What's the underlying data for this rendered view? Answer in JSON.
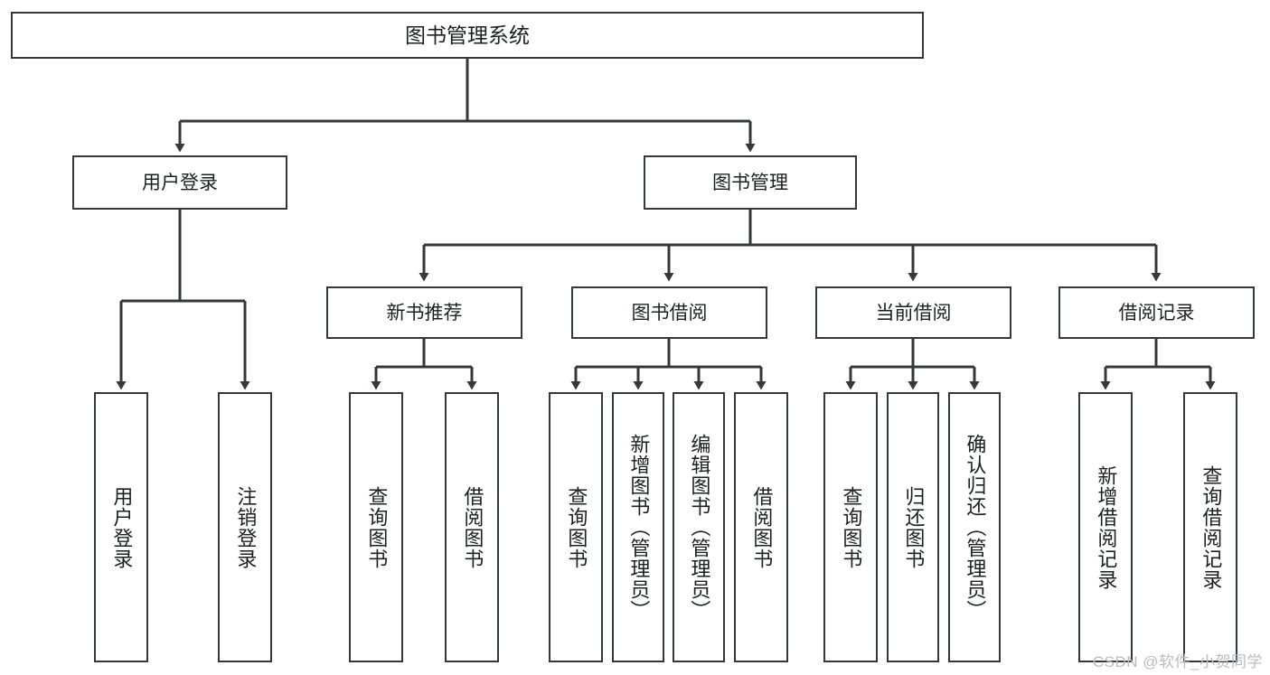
{
  "diagram": {
    "title": "图书管理系统",
    "type": "tree-hierarchy",
    "stroke_color": "#33383d",
    "background_color": "#ffffff",
    "text_color": "#1d2023"
  },
  "root": {
    "label": "图书管理系统"
  },
  "level2": [
    {
      "label": "用户登录"
    },
    {
      "label": "图书管理"
    }
  ],
  "level3": [
    {
      "label": "新书推荐"
    },
    {
      "label": "图书借阅"
    },
    {
      "label": "当前借阅"
    },
    {
      "label": "借阅记录"
    }
  ],
  "leaves": {
    "user_login": [
      {
        "label": "用户登录"
      },
      {
        "label": "注销登录"
      }
    ],
    "new_book": [
      {
        "label": "查询图书"
      },
      {
        "label": "借阅图书"
      }
    ],
    "book_borrow": [
      {
        "label": "查询图书"
      },
      {
        "label": "新增图书（管理员）"
      },
      {
        "label": "编辑图书（管理员）"
      },
      {
        "label": "借阅图书"
      }
    ],
    "current_borrow": [
      {
        "label": "查询图书"
      },
      {
        "label": "归还图书"
      },
      {
        "label": "确认归还（管理员）"
      }
    ],
    "borrow_record": [
      {
        "label": "新增借阅记录"
      },
      {
        "label": "查询借阅记录"
      }
    ]
  },
  "watermark": {
    "text": "CSDN @软件_小贺同学"
  }
}
